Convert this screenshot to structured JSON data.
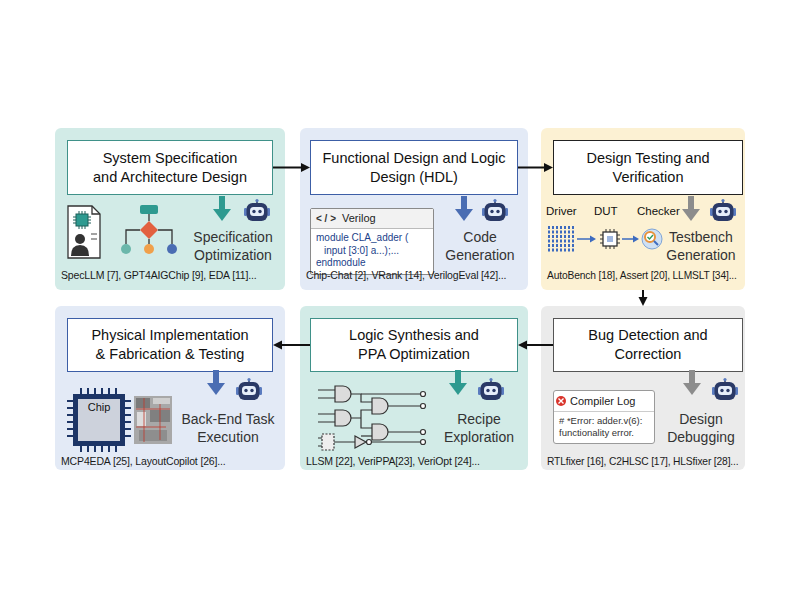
{
  "diagram": {
    "nodes": [
      {
        "text": [
          "Specification Optimization",
          "SpecLLM [7], GPT4AIGChip [9], EDA [11]..."
        ]
      },
      {
        "text": [
          "System Specification and Architecture Design"
        ],
        "in": 0
      },
      {
        "text": [
          "Code Generation",
          "Chip-Chat [2], VRank [14], VerilogEval [42]..."
        ]
      },
      {
        "text": [
          "Functional Design and Logic Design (HDL)"
        ],
        "in": 2
      },
      {
        "text": [
          "< / >",
          "Verilog",
          "module CLA_adder (",
          "input [3:0] a...);...",
          "endmodule"
        ],
        "in": 2
      },
      {
        "text": [
          "Testbench Generation",
          "AutoBench [18], Assert [20], LLMSLT [34]..."
        ]
      },
      {
        "text": [
          "Design Testing and Verification"
        ],
        "in": 5
      },
      {
        "text": [
          "Design Debugging",
          "RTLfixer [16], C2HLSC [17], HLSfixer [28]..."
        ]
      },
      {
        "text": [
          "Bug Detection and Correction"
        ],
        "in": 7
      },
      {
        "text": [
          "Compiler Log",
          "# *Error: adder.v(6): functionality error."
        ],
        "in": 7
      },
      {
        "text": [
          "Recipe Exploration",
          "LLSM [22], VeriPPA[23], VeriOpt [24]..."
        ]
      },
      {
        "text": [
          "Logic Synthesis and PPA Optimization"
        ],
        "in": 10
      },
      {
        "text": [
          "Back-End Task Execution",
          "MCP4EDA [25], LayoutCopilot [26]..."
        ]
      },
      {
        "text": [
          "Physical Implementation & Fabrication & Testing"
        ],
        "in": 12
      },
      {
        "text": [
          "Chip"
        ],
        "in": 12
      }
    ],
    "edges": [
      {
        "from": 1,
        "to": 3,
        "arrow": "to"
      },
      {
        "from": 3,
        "to": 6,
        "arrow": "to"
      },
      {
        "from": 5,
        "to": 7,
        "arrow": "to"
      },
      {
        "from": 8,
        "to": 11,
        "arrow": "to"
      },
      {
        "from": 11,
        "to": 13,
        "arrow": "to"
      }
    ],
    "labels": [
      "Driver",
      "DUT",
      "Checker"
    ]
  }
}
